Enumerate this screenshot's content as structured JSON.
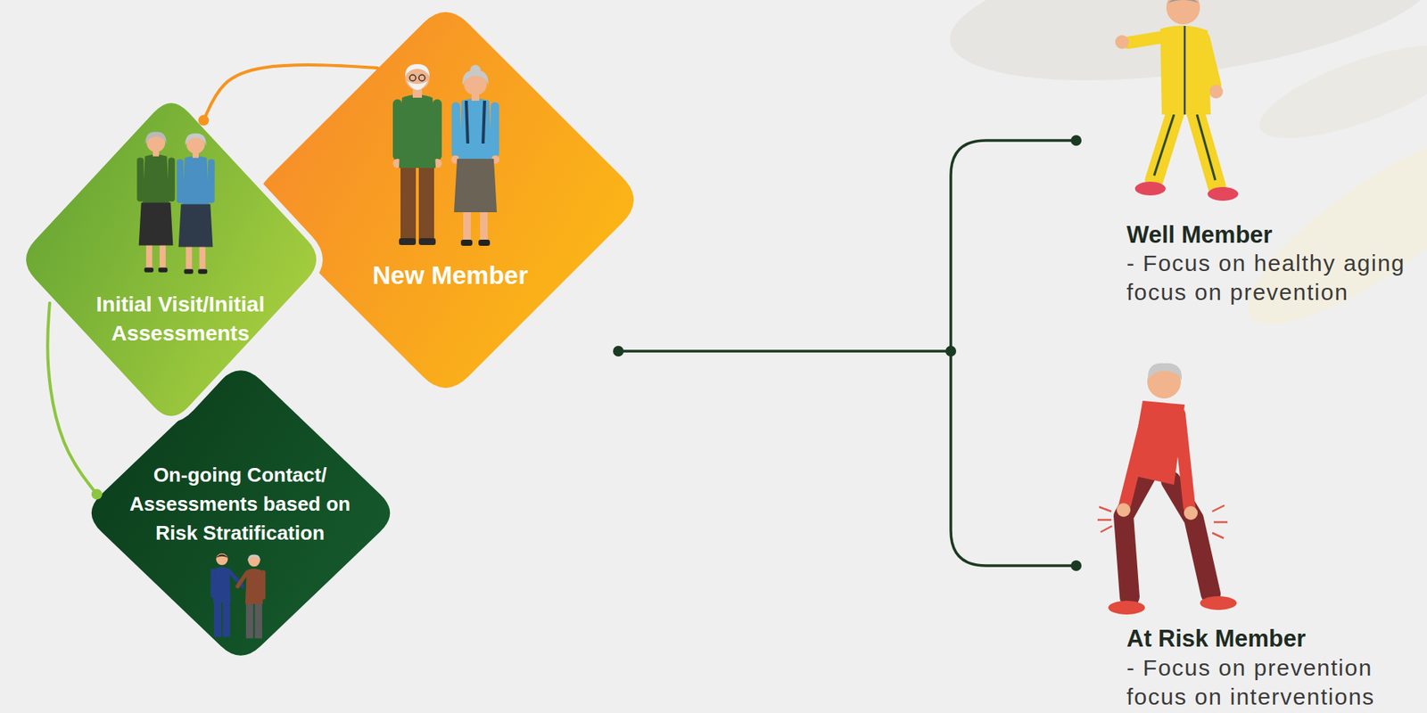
{
  "diagram": {
    "nodes": [
      {
        "text": [
          "New Member"
        ]
      },
      {
        "text": [
          "Initial Visit/Initial Assessments"
        ]
      },
      {
        "text": [
          "On-going Contact/ Assessments based on Risk Stratification"
        ]
      }
    ],
    "edges": [
      {
        "from": 0,
        "to": 1,
        "arrow": "none"
      },
      {
        "from": 1,
        "to": 2,
        "arrow": "none"
      }
    ],
    "labels": [
      "Well Member",
      "- Focus on healthy aging focus on prevention",
      "At Risk Member",
      "- Focus on prevention focus on interventions"
    ]
  }
}
